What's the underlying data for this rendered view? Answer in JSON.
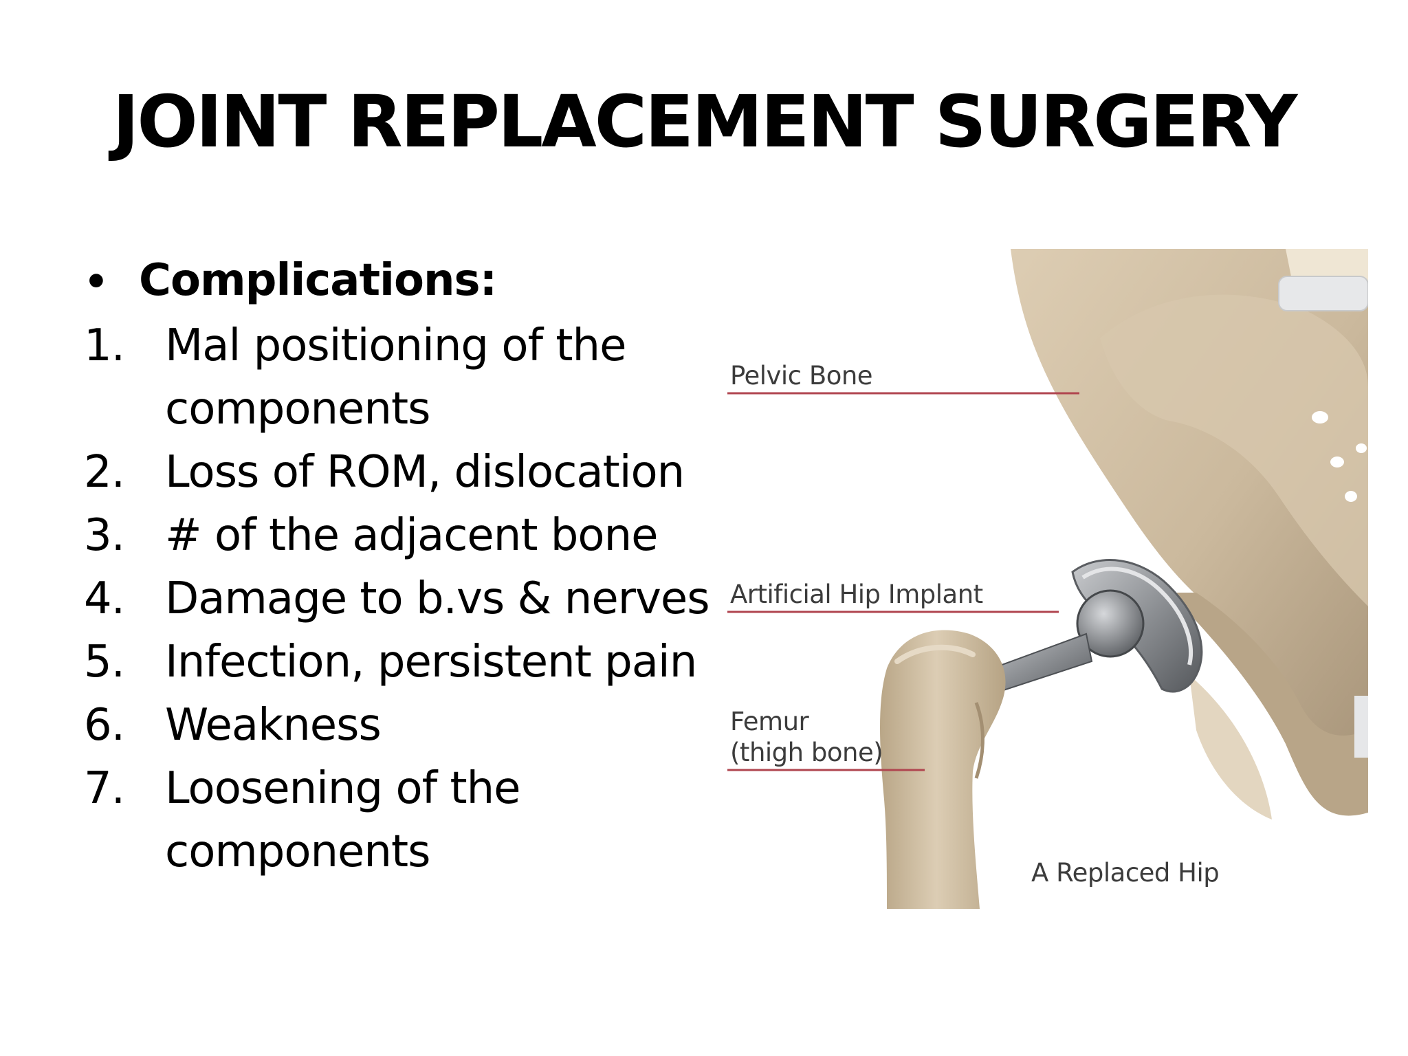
{
  "slide": {
    "title": "JOINT REPLACEMENT SURGERY",
    "bullet": {
      "symbol": "•",
      "label": "Complications:"
    },
    "items": [
      {
        "number": "1.",
        "lines": [
          "Mal positioning of the",
          "components"
        ]
      },
      {
        "number": "2.",
        "lines": [
          "Loss of ROM, dislocation"
        ]
      },
      {
        "number": "3.",
        "lines": [
          "# of the adjacent bone"
        ]
      },
      {
        "number": "4.",
        "lines": [
          "Damage to b.vs & nerves"
        ]
      },
      {
        "number": "5.",
        "lines": [
          "Infection, persistent pain"
        ]
      },
      {
        "number": "6.",
        "lines": [
          "Weakness"
        ]
      },
      {
        "number": "7.",
        "lines": [
          "Loosening of the",
          "components"
        ]
      }
    ]
  },
  "figure": {
    "labels": {
      "pelvic": "Pelvic Bone",
      "implant": "Artificial Hip Implant",
      "femur_line1": "Femur",
      "femur_line2": "(thigh bone)",
      "caption": "A Replaced Hip"
    },
    "colors": {
      "bone": "#cdbb9f",
      "bone_shadow": "#a8957a",
      "implant_metal": "#8f9194",
      "leader_line": "#b0454f"
    }
  }
}
